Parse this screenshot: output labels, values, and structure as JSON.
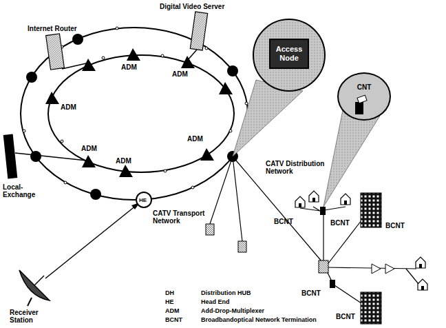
{
  "diagram": {
    "nodes": [
      {
        "text": [
          "Access Node"
        ]
      },
      {
        "text": [
          "CNT"
        ]
      }
    ],
    "labels": [
      "Digital Video Server",
      "Internet Router",
      "ADM",
      "ADM",
      "ADM",
      "ADM",
      "ADM",
      "ADM",
      "Local- Exchange",
      "HE",
      "Receiver Station",
      "CATV Transport Network",
      "CATV Distribution Network",
      "BCNT",
      "BCNT",
      "BCNT",
      "BCNT",
      "BCNT",
      "DH",
      "HE",
      "ADM",
      "BCNT"
    ],
    "legend": [
      {
        "text": "Distribution HUB"
      },
      {
        "text": "Head End"
      },
      {
        "text": "Add-Drop-Multiplexer"
      },
      {
        "text": "Broadbandoptical Network Termination"
      }
    ]
  }
}
